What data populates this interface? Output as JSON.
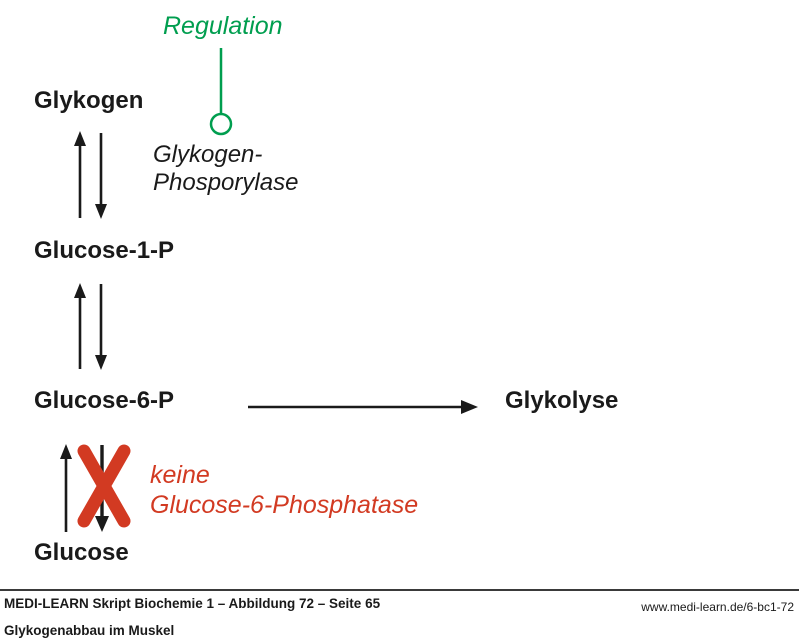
{
  "colors": {
    "green": "#009e4f",
    "red": "#d23a22",
    "text": "#1a1a1a"
  },
  "diagram": {
    "regulation_label": "Regulation",
    "nodes": {
      "glykogen": "Glykogen",
      "glucose_1_p": "Glucose-1-P",
      "glucose_6_p": "Glucose-6-P",
      "glykolyse": "Glykolyse",
      "glucose": "Glucose"
    },
    "enzyme_phosphorylase": {
      "line1": "Glykogen-",
      "line2": "Phosporylase"
    },
    "missing_enzyme": {
      "line1": "keine",
      "line2": "Glucose-6-Phosphatase"
    },
    "icons": {
      "inhibition_lollipop": "inhibition-circle-icon",
      "reversible_arrows": "double-arrow-icon",
      "forward_arrow": "right-arrow-icon",
      "blocked_reaction": "red-x-icon"
    }
  },
  "footer": {
    "source": "MEDI-LEARN Skript Biochemie 1 – Abbildung 72 – Seite 65",
    "url": "www.medi-learn.de/6-bc1-72",
    "caption": "Glykogenabbau im Muskel"
  }
}
